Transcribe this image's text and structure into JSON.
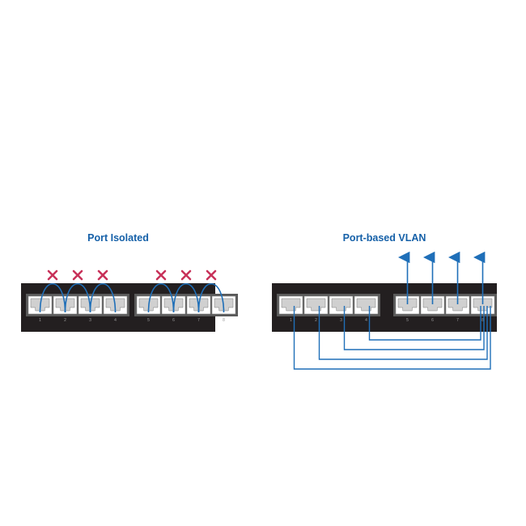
{
  "colors": {
    "title": "#1560a8",
    "switch_body": "#231f20",
    "port_fill": "#ffffff",
    "port_shade": "#d0d0d0",
    "cable": "#1f6fb8",
    "blocked_x": "#c8325a",
    "port_number": "#9a9a9a"
  },
  "isolated": {
    "title": "Port Isolated",
    "ports": [
      "1",
      "2",
      "3",
      "4",
      "5",
      "6",
      "7",
      "8"
    ],
    "blocked_pairs": [
      [
        1,
        2
      ],
      [
        2,
        3
      ],
      [
        3,
        4
      ],
      [
        5,
        6
      ],
      [
        6,
        7
      ],
      [
        7,
        8
      ]
    ]
  },
  "vlan": {
    "title": "Port-based VLAN",
    "ports": [
      "1",
      "2",
      "3",
      "4",
      "5",
      "6",
      "7",
      "8"
    ],
    "uplink_ports": [
      5,
      6,
      7,
      8
    ],
    "linked_to_port": 8,
    "linked_ports": [
      1,
      2,
      3,
      4
    ]
  }
}
